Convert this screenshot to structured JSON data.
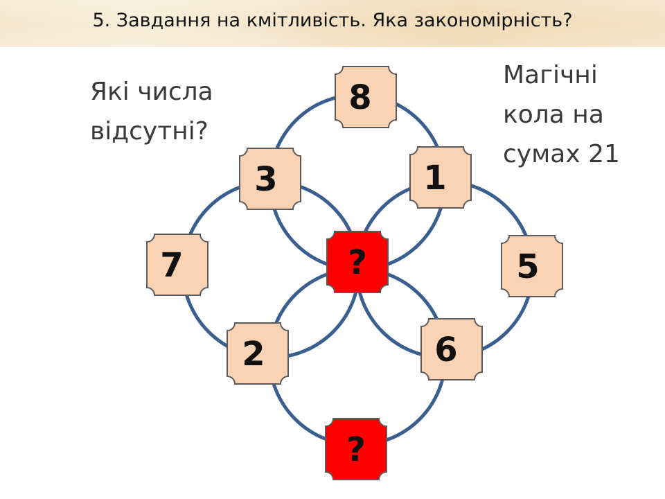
{
  "slide": {
    "title": "5. Завдання на кмітливість. Яка закономірність?"
  },
  "left_note": {
    "lines": [
      "Які числа",
      "відсутні?"
    ]
  },
  "right_note": {
    "lines": [
      "Магічні",
      "кола на",
      "сумах 21"
    ]
  },
  "puzzle": {
    "ring_color": "#3a5f8f",
    "tile_fill": "#f9d3b3",
    "unknown_fill": "#ff0000",
    "tiles": {
      "top": "8",
      "upper_left": "3",
      "upper_right": "1",
      "left": "7",
      "center": "?",
      "right": "5",
      "lower_left": "2",
      "lower_right": "6",
      "bottom": "?"
    }
  }
}
